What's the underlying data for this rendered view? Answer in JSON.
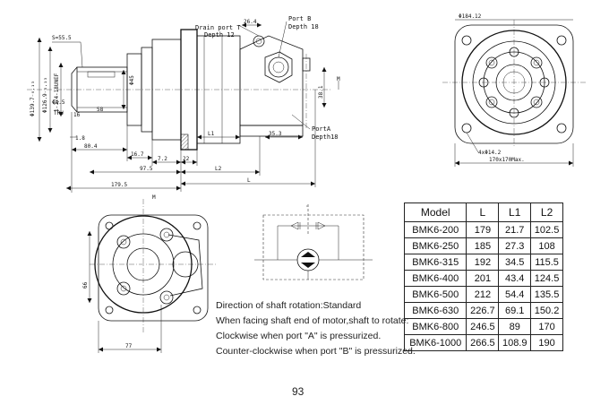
{
  "side_view": {
    "labels": {
      "s_thread": "S=55.5",
      "dia_139": "Φ139.7₋₀.₁₃",
      "dia_126": "Φ126.9₋₀.₁₃",
      "thread": "1-1/4-18UNEF",
      "dia_45": "Φ45",
      "dia_4_5": "Φ4.5",
      "tru": "TRU",
      "dim_16": "16",
      "dim_58": "58",
      "dim_1_8": "1.8",
      "dim_80_4": "80.4",
      "dim_16_7": "16.7",
      "dim_7_2": "7.2",
      "dim_22": "22",
      "dim_97_5": "97.5",
      "dim_179_5": "179.5",
      "dim_l1": "L1",
      "dim_l2": "L2",
      "dim_l": "L",
      "dim_35_3": "35.3",
      "dim_38_1": "38.1",
      "dim_26_4": "26.4",
      "m": "M",
      "drain_port": "Drain port T",
      "drain_depth": "Depth 12",
      "port_b": "Port B",
      "port_b_depth": "Depth 18",
      "port_a": "PortA",
      "port_a_depth": "Depth18"
    }
  },
  "front_view": {
    "labels": {
      "dia_184": "Φ184.12",
      "bolt_holes": "4xΦ14.2",
      "size": "170x170Max."
    }
  },
  "rear_view": {
    "labels": {
      "m": "M",
      "dim_66": "66",
      "dim_77": "77"
    }
  },
  "table": {
    "headers": [
      "Model",
      "L",
      "L1",
      "L2"
    ],
    "rows": [
      [
        "BMK6-200",
        "179",
        "21.7",
        "102.5"
      ],
      [
        "BMK6-250",
        "185",
        "27.3",
        "108"
      ],
      [
        "BMK6-315",
        "192",
        "34.5",
        "115.5"
      ],
      [
        "BMK6-400",
        "201",
        "43.4",
        "124.5"
      ],
      [
        "BMK6-500",
        "212",
        "54.4",
        "135.5"
      ],
      [
        "BMK6-630",
        "226.7",
        "69.1",
        "150.2"
      ],
      [
        "BMK6-800",
        "246.5",
        "89",
        "170"
      ],
      [
        "BMK6-1000",
        "266.5",
        "108.9",
        "190"
      ]
    ]
  },
  "notes": [
    "Direction of shaft rotation:Standard",
    "When facing shaft end of motor,shaft to rotate:",
    "Clockwise when port \"A\" is pressurized.",
    "Counter-clockwise when port \"B\" is pressurized."
  ],
  "page_number": "93"
}
